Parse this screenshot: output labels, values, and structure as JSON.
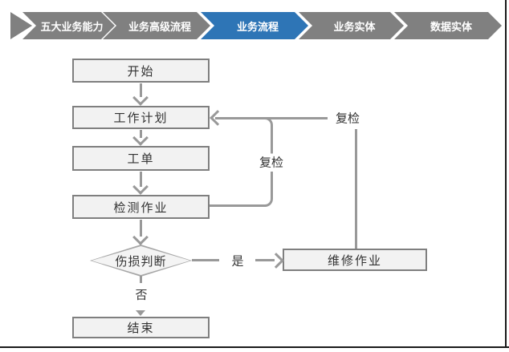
{
  "colors": {
    "breadcrumb_active": "#2e75b6",
    "breadcrumb_inactive": "#808080",
    "breadcrumb_text": "#ffffff",
    "node_fill": "#f2f2f2",
    "node_border": "#7f7f7f",
    "connector": "#999999",
    "frame_line": "#1a1a1a"
  },
  "breadcrumb": {
    "items": [
      {
        "label": "五大业务能力",
        "active": false
      },
      {
        "label": "业务高级流程",
        "active": false
      },
      {
        "label": "业务流程",
        "active": true
      },
      {
        "label": "业务实体",
        "active": false
      },
      {
        "label": "数据实体",
        "active": false
      }
    ]
  },
  "flowchart": {
    "nodes": [
      {
        "id": "start",
        "label": "开始",
        "shape": "rect"
      },
      {
        "id": "plan",
        "label": "工作计划",
        "shape": "rect"
      },
      {
        "id": "order",
        "label": "工单",
        "shape": "rect"
      },
      {
        "id": "inspect",
        "label": "检测作业",
        "shape": "rect"
      },
      {
        "id": "decision",
        "label": "伤损判断",
        "shape": "diamond"
      },
      {
        "id": "repair",
        "label": "维修作业",
        "shape": "rect"
      },
      {
        "id": "end",
        "label": "结束",
        "shape": "rect"
      }
    ],
    "edge_labels": {
      "recheck_inner": "复检",
      "recheck_outer": "复检",
      "yes": "是",
      "no": "否"
    }
  }
}
